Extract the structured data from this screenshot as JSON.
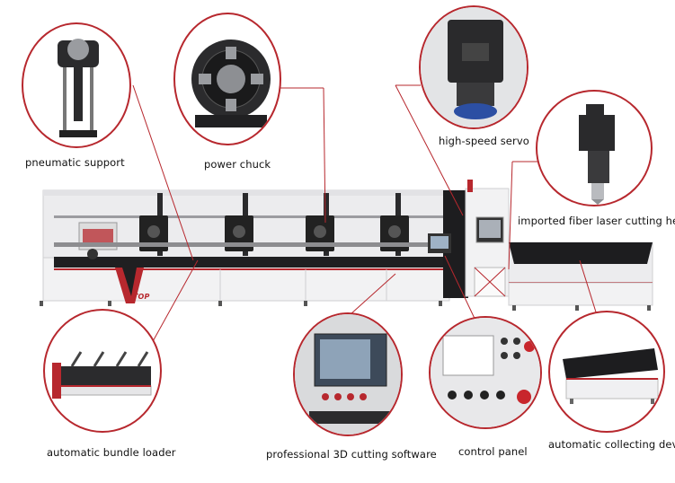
{
  "callouts": {
    "pneumatic_support": "pneumatic support",
    "power_chuck": "power chuck",
    "high_speed_servo": "high-speed servo",
    "fiber_laser_head": "imported fiber laser cutting head",
    "bundle_loader": "automatic bundle loader",
    "cutting_software": "professional 3D cutting software",
    "control_panel": "control panel",
    "collecting_device": "automatic collecting device"
  },
  "brand": {
    "logo": "TOP"
  },
  "colors": {
    "accent": "#b7282e",
    "frame": "#e9e9ea",
    "dark": "#1d1d1f"
  }
}
